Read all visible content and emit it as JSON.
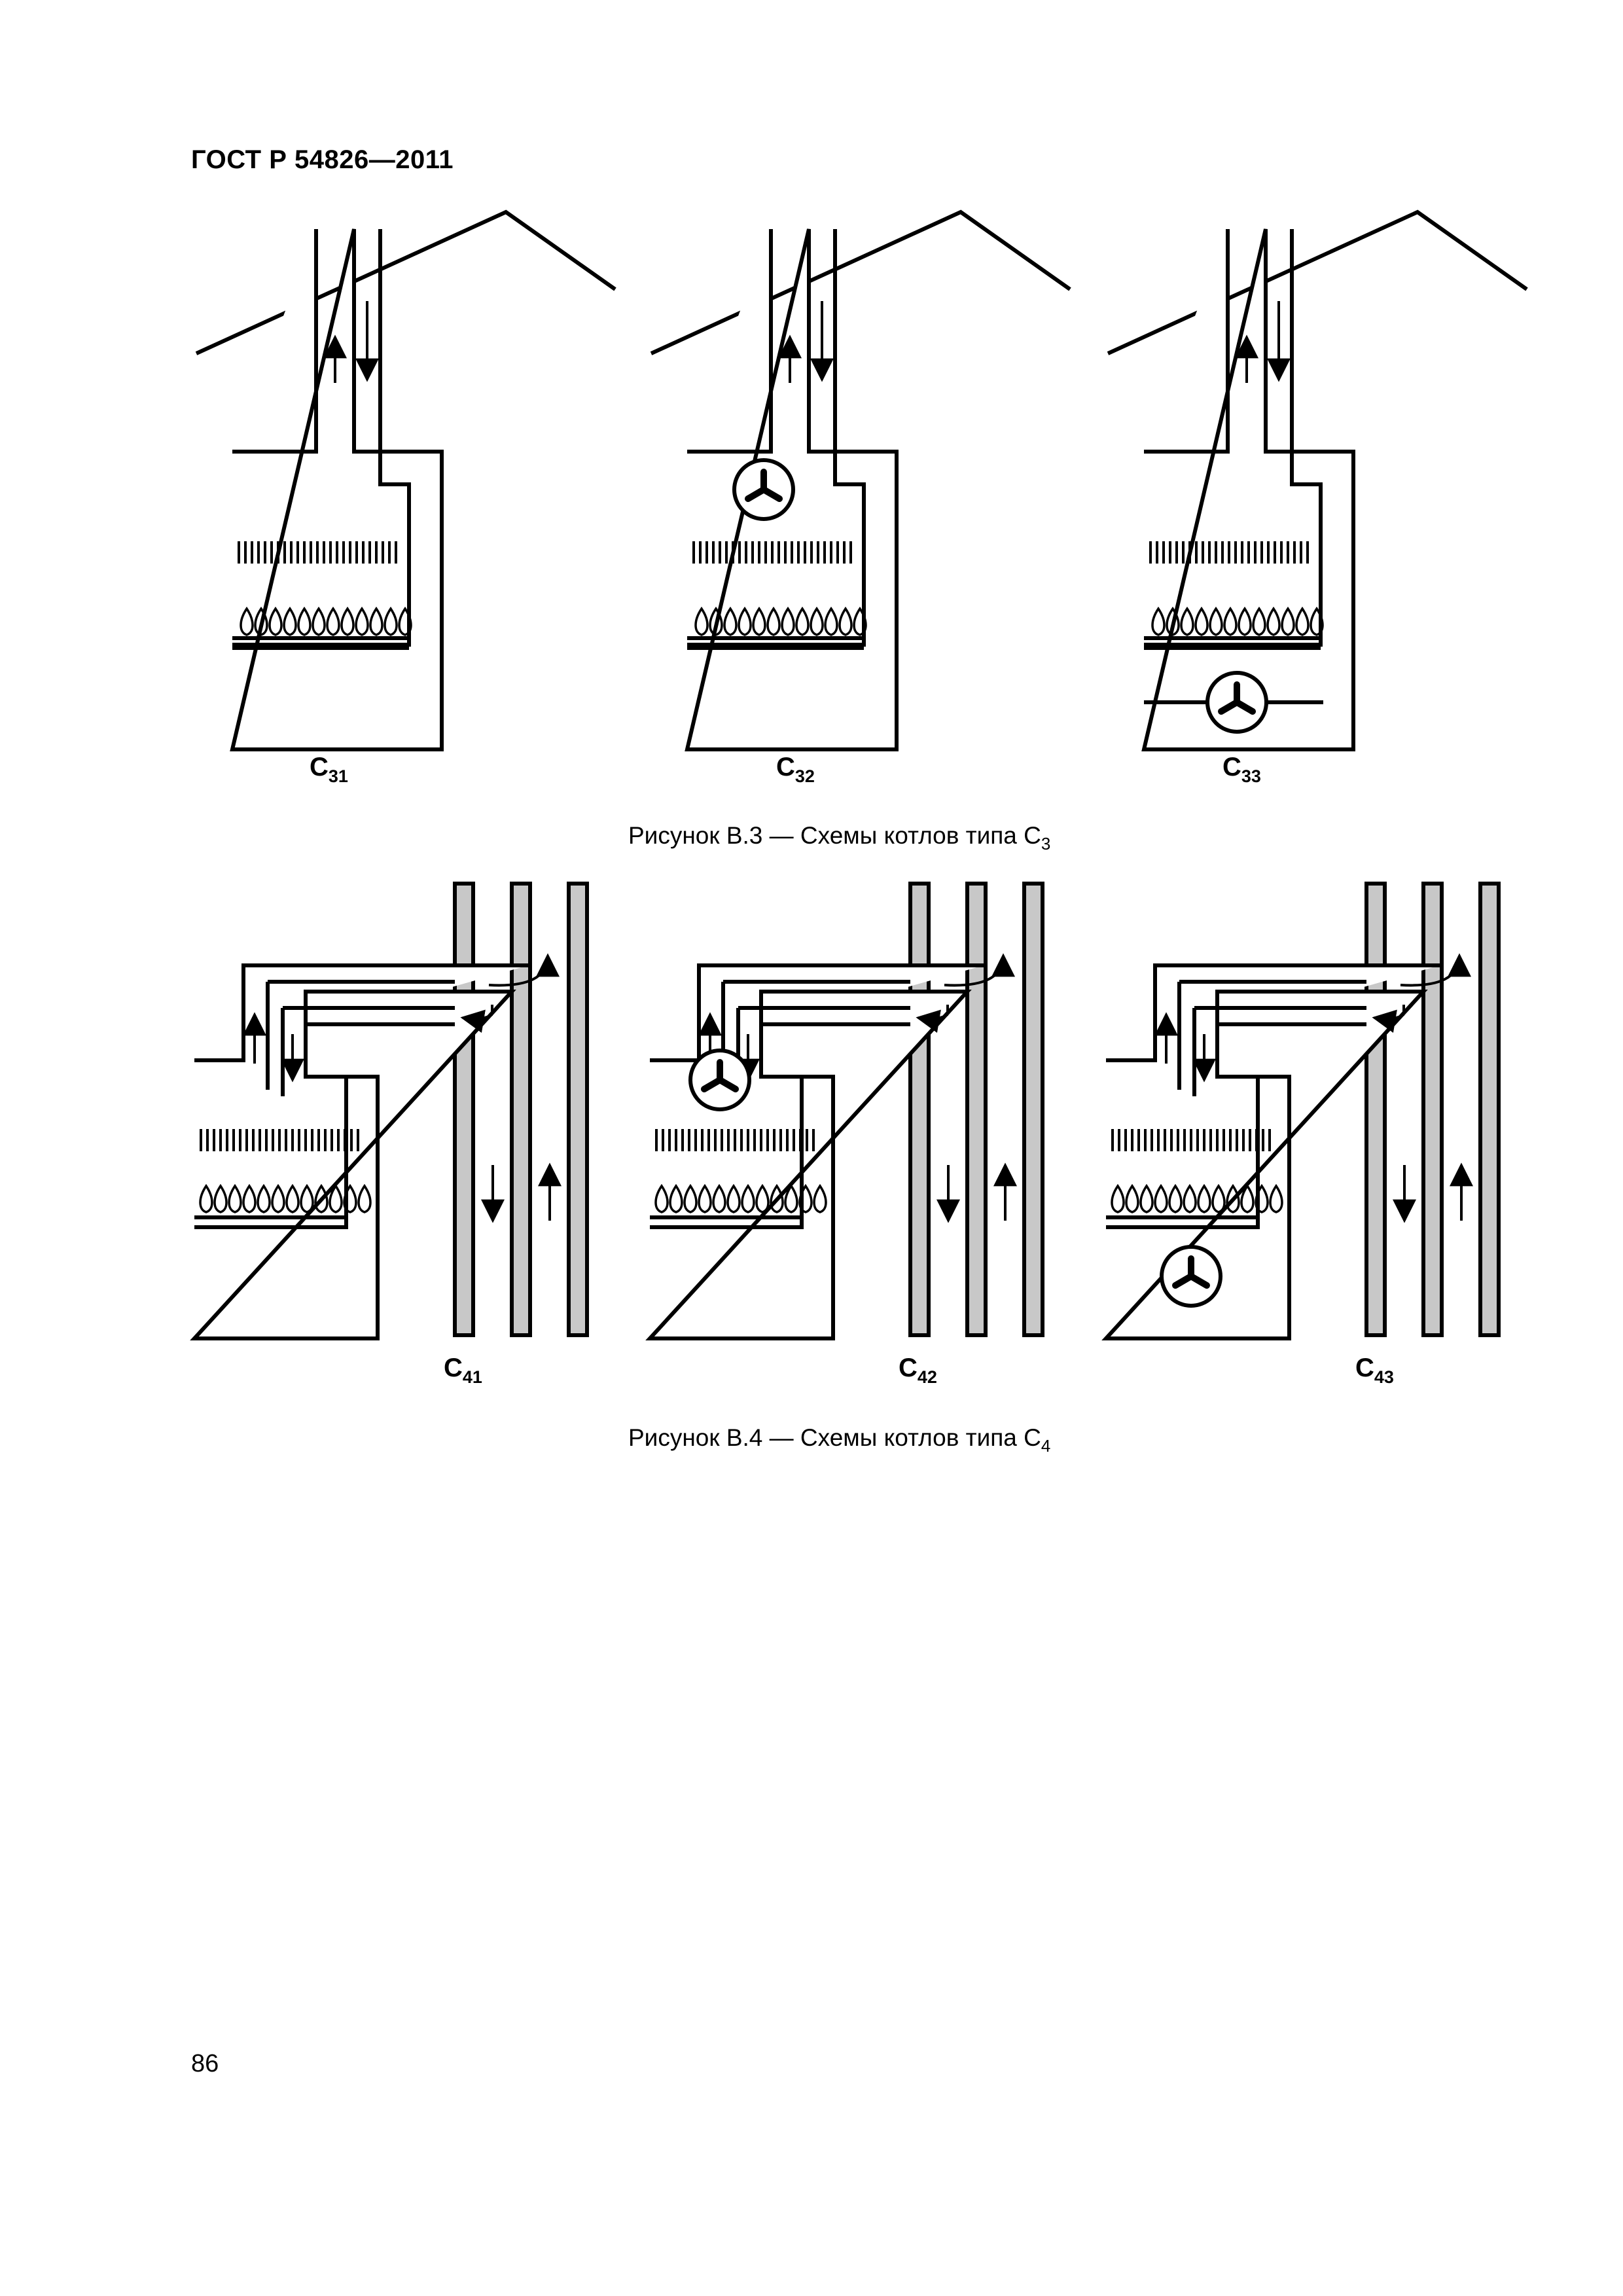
{
  "header": {
    "title": "ГОСТ Р 54826—2011"
  },
  "figures": [
    {
      "caption_main": "Рисунок В.3 — Схемы котлов типа С",
      "caption_sub": "3",
      "panels": [
        {
          "label_main": "С",
          "label_sub": "31"
        },
        {
          "label_main": "С",
          "label_sub": "32"
        },
        {
          "label_main": "С",
          "label_sub": "33"
        }
      ]
    },
    {
      "caption_main": "Рисунок В.4 — Схемы котлов типа С",
      "caption_sub": "4",
      "panels": [
        {
          "label_main": "С",
          "label_sub": "41"
        },
        {
          "label_main": "С",
          "label_sub": "42"
        },
        {
          "label_main": "С",
          "label_sub": "43"
        }
      ]
    }
  ],
  "footer": {
    "page_number": "86"
  },
  "colors": {
    "ink": "#000000",
    "shaft_fill": "#c8c8c8",
    "paper": "#ffffff"
  }
}
